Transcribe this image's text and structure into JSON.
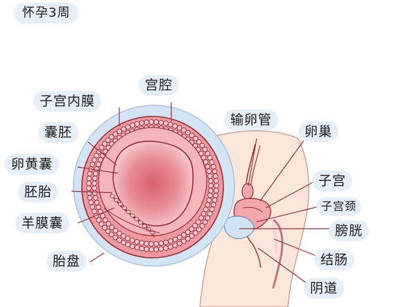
{
  "title": "怀孕3周",
  "labels": {
    "uterine_cavity": "宫腔",
    "endometrium": "子宫内膜",
    "blastocyst": "囊胚",
    "yolk_sac": "卵黄囊",
    "embryo": "胚胎",
    "amniotic_sac": "羊膜囊",
    "placenta": "胎盘",
    "fallopian_tube": "输卵管",
    "ovary": "卵巢",
    "uterus": "子宫",
    "cervix": "子宫颈",
    "bladder": "膀胱",
    "rectum": "结肠",
    "vagina": "阴道"
  },
  "colors": {
    "label_bg": "#e6eef8",
    "body_skin": "#fbe6dc",
    "membrane_blue": "#d3e4f6",
    "uterine_wall": "#ee9aa0",
    "cavity_center": "#de6f7c",
    "cavity_edge": "#f5c7cc",
    "outline": "#9a2d3a"
  }
}
